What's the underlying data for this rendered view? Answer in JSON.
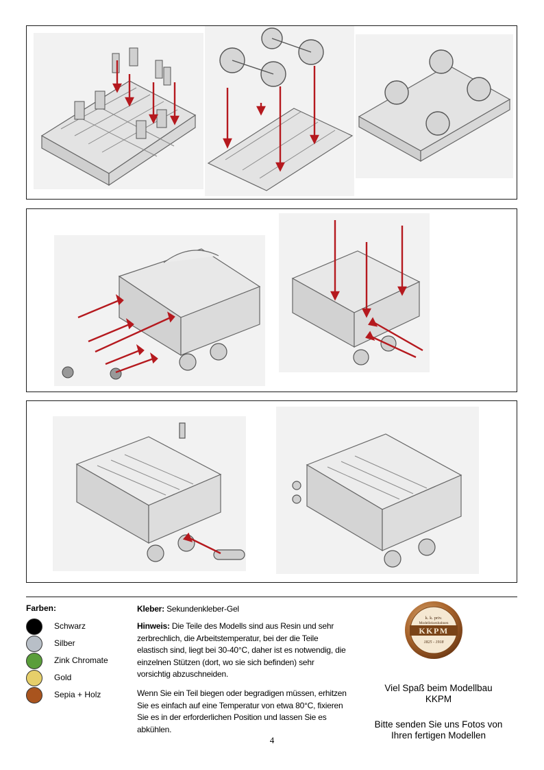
{
  "colors": {
    "arrow": "#b5191e",
    "part_stroke": "#555555",
    "part_fill": "#e6e6e6"
  },
  "legend": {
    "title": "Farben:",
    "items": [
      {
        "label": "Schwarz",
        "color": "#000000"
      },
      {
        "label": "Silber",
        "color": "#b8bfc7"
      },
      {
        "label": "Zink Chromate",
        "color": "#5a9e3a"
      },
      {
        "label": "Gold",
        "color": "#e6cf6a"
      },
      {
        "label": "Sepia + Holz",
        "color": "#a9541e"
      }
    ]
  },
  "glue": {
    "label": "Kleber:",
    "text": " Sekundenkleber-Gel"
  },
  "note": {
    "label": "Hinweis:",
    "text": " Die Teile des Modells sind aus Resin und sehr zerbrechlich, die Arbeitstemperatur, bei der die Teile elastisch sind, liegt bei 30-40°C, daher ist es notwendig, die einzelnen Stützen (dort, wo sie sich befinden) sehr vorsichtig abzuschneiden.",
    "text2": "Wenn Sie ein Teil biegen oder begradigen müssen, erhitzen Sie es einfach auf eine Temperatur von etwa 80°C, fixieren Sie es in der erforderlichen Position und lassen Sie es abkühlen."
  },
  "logo": {
    "line1": "k. k. priv.",
    "line2": "Modelleisenbahnen",
    "line3": "KKPM",
    "line4": "1825 - 1918"
  },
  "closing": {
    "line1": "Viel Spaß beim Modellbau",
    "line2": "KKPM",
    "line3": "Bitte senden Sie uns Fotos von",
    "line4": "Ihren fertigen Modellen"
  },
  "page_number": "4"
}
